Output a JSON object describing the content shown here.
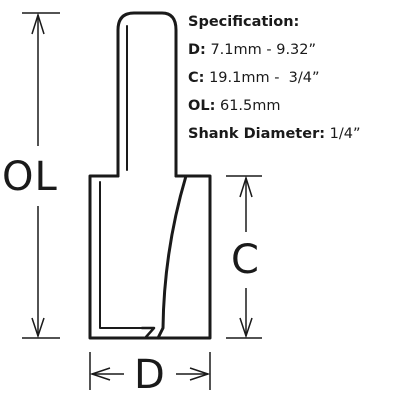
{
  "spec": {
    "heading": "Specification:",
    "rows": [
      {
        "label": "D:",
        "value": "7.1mm - 9.32”"
      },
      {
        "label": "C:",
        "value": "19.1mm -  3/4”"
      },
      {
        "label": "OL:",
        "value": "61.5mm"
      },
      {
        "label": "Shank Diameter:",
        "value": "1/4”"
      }
    ]
  },
  "dimensions": {
    "overall_length": "OL",
    "cutting_length": "C",
    "diameter": "D"
  },
  "colors": {
    "line": "#1a1a1a",
    "background": "#ffffff"
  }
}
